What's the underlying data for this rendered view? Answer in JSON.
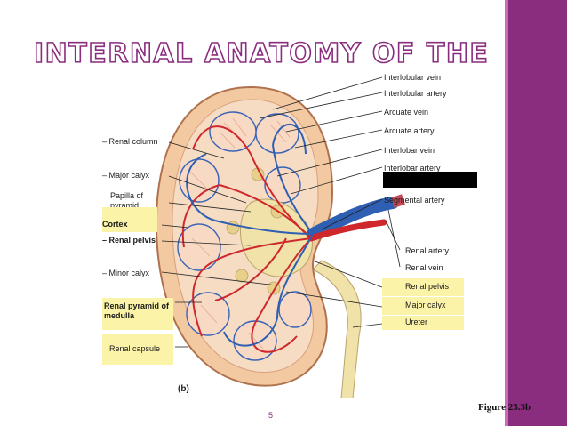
{
  "slide": {
    "title": "INTERNAL ANATOMY OF THE KIDNEYS",
    "figure_caption": "Figure 23.3b",
    "page_number": "5",
    "panel_label": "(b)"
  },
  "labels_left": [
    {
      "text": "Renal column",
      "highlight": false
    },
    {
      "text": "Major calyx",
      "highlight": false
    },
    {
      "text": "Papilla of pyramid",
      "highlight": false
    },
    {
      "text": "Cortex",
      "highlight": true
    },
    {
      "text": "Renal pelvis",
      "highlight": false
    },
    {
      "text": "Minor calyx",
      "highlight": false
    },
    {
      "text": "Renal pyramid of medulla",
      "highlight": true
    },
    {
      "text": "Renal capsule",
      "highlight": true
    }
  ],
  "labels_right": [
    {
      "text": "Interlobular vein",
      "highlight": false
    },
    {
      "text": "Interlobular artery",
      "highlight": false
    },
    {
      "text": "Arcuate vein",
      "highlight": false
    },
    {
      "text": "Arcuate artery",
      "highlight": false
    },
    {
      "text": "Interlobar vein",
      "highlight": false
    },
    {
      "text": "Interlobar artery",
      "highlight": false
    },
    {
      "text": "Segmental artery",
      "highlight": false
    },
    {
      "text": "Renal artery",
      "highlight": false
    },
    {
      "text": "Renal vein",
      "highlight": false
    },
    {
      "text": "Renal pelvis",
      "highlight": true
    },
    {
      "text": "Major calyx",
      "highlight": true
    },
    {
      "text": "Ureter",
      "highlight": true
    }
  ],
  "colors": {
    "accent_band": "#8a2d7e",
    "title_outline": "#8a2d7e",
    "highlight": "#fbf3a8",
    "artery": "#d0272c",
    "vein": "#2f5fb3",
    "cortex": "#f2c9a0",
    "pyramid": "#f7d9c4",
    "pelvis": "#f0e2a8"
  }
}
